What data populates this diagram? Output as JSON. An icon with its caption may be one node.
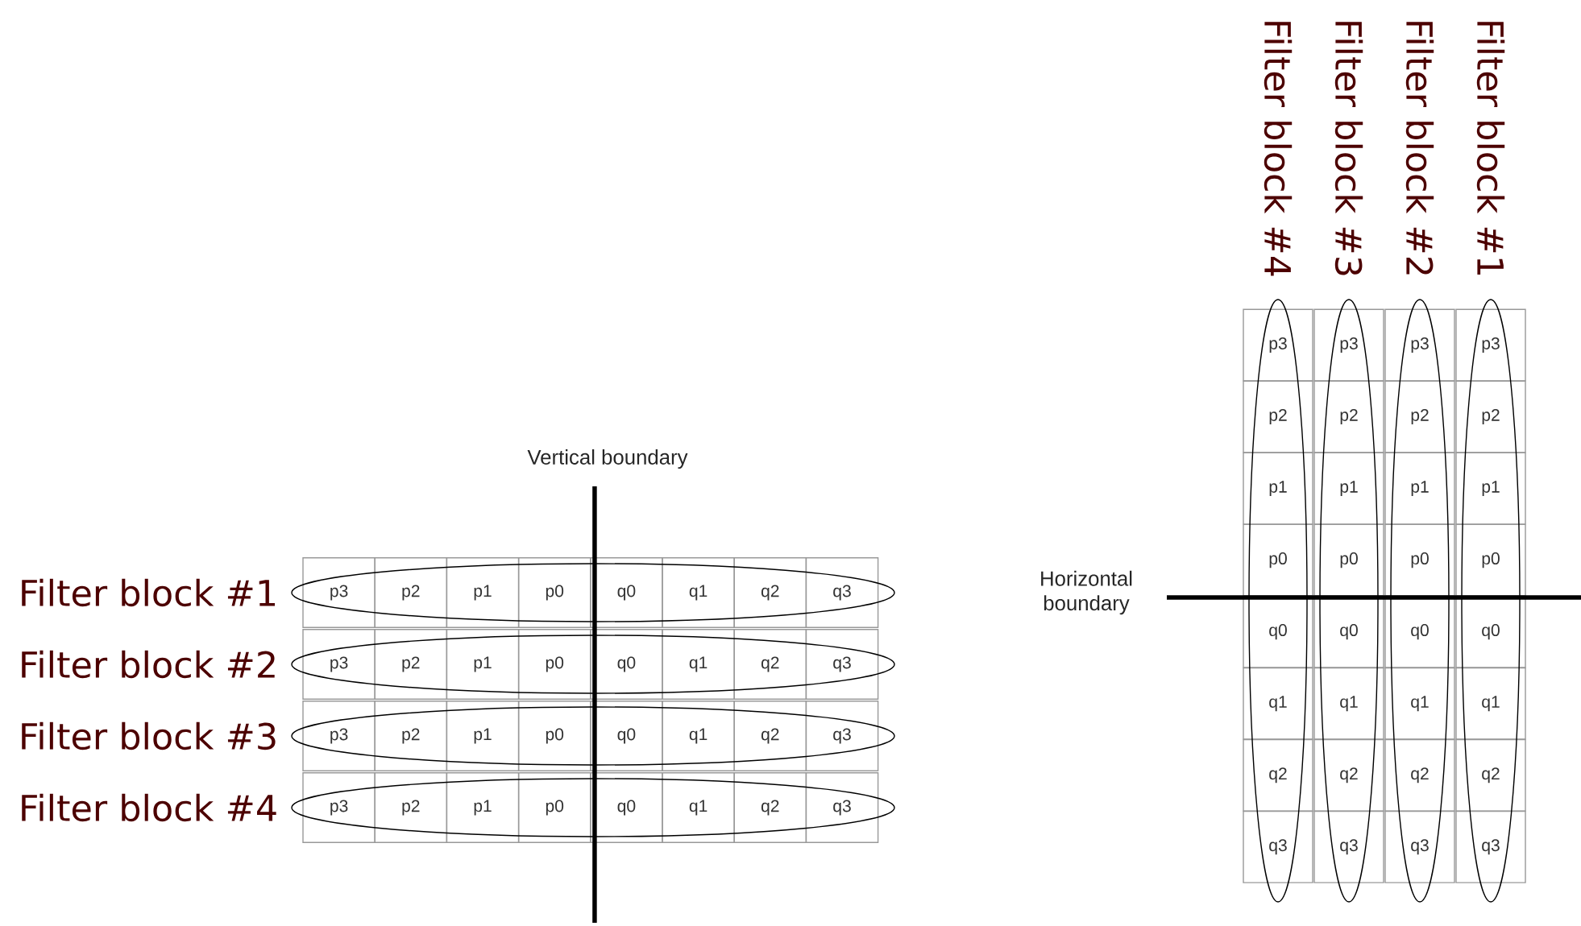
{
  "diagram": {
    "nodes": [
      {
        "text": [
          "Filter block #1"
        ]
      },
      {
        "text": [
          "p3"
        ],
        "in": 0
      },
      {
        "text": [
          "p2"
        ],
        "in": 0
      },
      {
        "text": [
          "p1"
        ],
        "in": 0
      },
      {
        "text": [
          "p0"
        ],
        "in": 0
      },
      {
        "text": [
          "q0"
        ],
        "in": 0
      },
      {
        "text": [
          "q1"
        ],
        "in": 0
      },
      {
        "text": [
          "q2"
        ],
        "in": 0
      },
      {
        "text": [
          "q3"
        ],
        "in": 0
      },
      {
        "text": [
          "Filter block #2"
        ]
      },
      {
        "text": [
          "p3"
        ],
        "in": 9
      },
      {
        "text": [
          "p2"
        ],
        "in": 9
      },
      {
        "text": [
          "p1"
        ],
        "in": 9
      },
      {
        "text": [
          "p0"
        ],
        "in": 9
      },
      {
        "text": [
          "q0"
        ],
        "in": 9
      },
      {
        "text": [
          "q1"
        ],
        "in": 9
      },
      {
        "text": [
          "q2"
        ],
        "in": 9
      },
      {
        "text": [
          "q3"
        ],
        "in": 9
      },
      {
        "text": [
          "Filter block #3"
        ]
      },
      {
        "text": [
          "p3"
        ],
        "in": 18
      },
      {
        "text": [
          "p2"
        ],
        "in": 18
      },
      {
        "text": [
          "p1"
        ],
        "in": 18
      },
      {
        "text": [
          "p0"
        ],
        "in": 18
      },
      {
        "text": [
          "q0"
        ],
        "in": 18
      },
      {
        "text": [
          "q1"
        ],
        "in": 18
      },
      {
        "text": [
          "q2"
        ],
        "in": 18
      },
      {
        "text": [
          "q3"
        ],
        "in": 18
      },
      {
        "text": [
          "Filter block #4"
        ]
      },
      {
        "text": [
          "p3"
        ],
        "in": 27
      },
      {
        "text": [
          "p2"
        ],
        "in": 27
      },
      {
        "text": [
          "p1"
        ],
        "in": 27
      },
      {
        "text": [
          "p0"
        ],
        "in": 27
      },
      {
        "text": [
          "q0"
        ],
        "in": 27
      },
      {
        "text": [
          "q1"
        ],
        "in": 27
      },
      {
        "text": [
          "q2"
        ],
        "in": 27
      },
      {
        "text": [
          "q3"
        ],
        "in": 27
      },
      {
        "text": [
          "Filter block #4"
        ]
      },
      {
        "text": [
          "p3"
        ],
        "in": 36
      },
      {
        "text": [
          "p2"
        ],
        "in": 36
      },
      {
        "text": [
          "p1"
        ],
        "in": 36
      },
      {
        "text": [
          "p0"
        ],
        "in": 36
      },
      {
        "text": [
          "q0"
        ],
        "in": 36
      },
      {
        "text": [
          "q1"
        ],
        "in": 36
      },
      {
        "text": [
          "q2"
        ],
        "in": 36
      },
      {
        "text": [
          "q3"
        ],
        "in": 36
      },
      {
        "text": [
          "Filter block #3"
        ]
      },
      {
        "text": [
          "p3"
        ],
        "in": 45
      },
      {
        "text": [
          "p2"
        ],
        "in": 45
      },
      {
        "text": [
          "p1"
        ],
        "in": 45
      },
      {
        "text": [
          "p0"
        ],
        "in": 45
      },
      {
        "text": [
          "q0"
        ],
        "in": 45
      },
      {
        "text": [
          "q1"
        ],
        "in": 45
      },
      {
        "text": [
          "q2"
        ],
        "in": 45
      },
      {
        "text": [
          "q3"
        ],
        "in": 45
      },
      {
        "text": [
          "Filter block #2"
        ]
      },
      {
        "text": [
          "p3"
        ],
        "in": 54
      },
      {
        "text": [
          "p2"
        ],
        "in": 54
      },
      {
        "text": [
          "p1"
        ],
        "in": 54
      },
      {
        "text": [
          "p0"
        ],
        "in": 54
      },
      {
        "text": [
          "q0"
        ],
        "in": 54
      },
      {
        "text": [
          "q1"
        ],
        "in": 54
      },
      {
        "text": [
          "q2"
        ],
        "in": 54
      },
      {
        "text": [
          "q3"
        ],
        "in": 54
      },
      {
        "text": [
          "Filter block #1"
        ]
      },
      {
        "text": [
          "p3"
        ],
        "in": 63
      },
      {
        "text": [
          "p2"
        ],
        "in": 63
      },
      {
        "text": [
          "p1"
        ],
        "in": 63
      },
      {
        "text": [
          "p0"
        ],
        "in": 63
      },
      {
        "text": [
          "q0"
        ],
        "in": 63
      },
      {
        "text": [
          "q1"
        ],
        "in": 63
      },
      {
        "text": [
          "q2"
        ],
        "in": 63
      },
      {
        "text": [
          "q3"
        ],
        "in": 63
      }
    ],
    "labels": [
      "Vertical boundary",
      "Horizontal boundary"
    ]
  }
}
